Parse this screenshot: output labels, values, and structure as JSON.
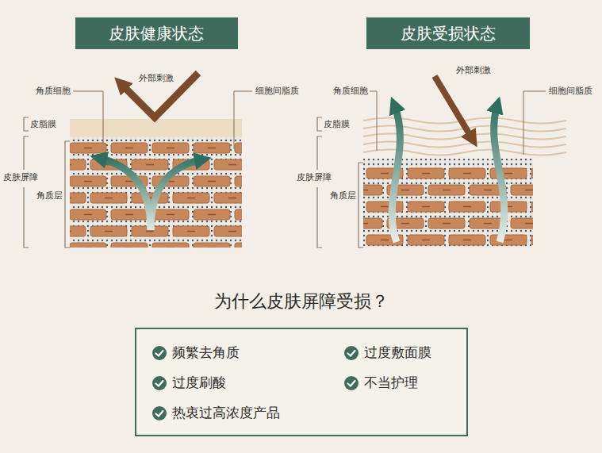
{
  "diagram": {
    "nodes": [
      {
        "text": [
          "皮肤健康状态"
        ]
      },
      {
        "text": [
          "皮肤受损状态"
        ]
      },
      {
        "text": [
          "为什么皮肤屏障受损？",
          "频繁去角质",
          "过度敷面膜",
          "过度刷酸",
          "不当护理",
          "热衷过高浓度产品"
        ]
      }
    ],
    "labels": [
      "外部刺激",
      "角质细胞",
      "细胞间脂质",
      "皮脂膜",
      "皮肤屏障",
      "角质层",
      "角质细胞",
      "外部刺激",
      "细胞间脂质",
      "皮脂膜",
      "皮肤屏障",
      "角质层"
    ]
  }
}
